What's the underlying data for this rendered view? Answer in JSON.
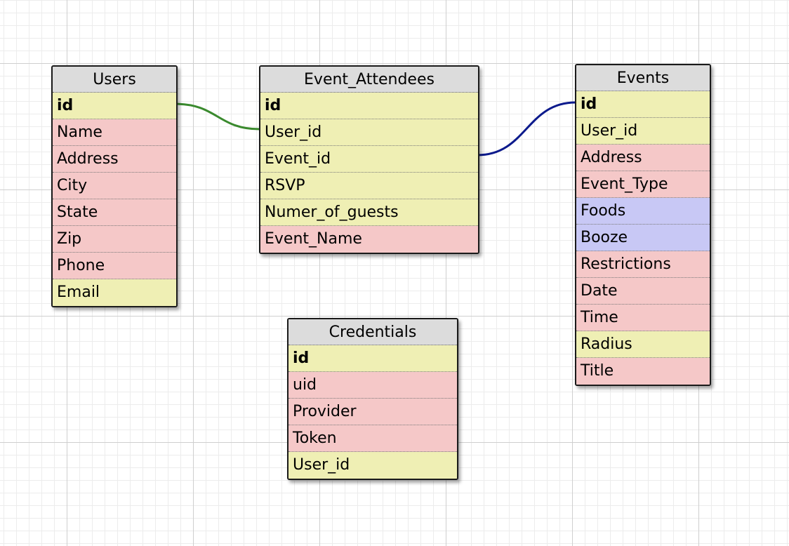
{
  "tables": {
    "users": {
      "title": "Users",
      "rows": [
        {
          "label": "id",
          "color": "yellow",
          "pk": true
        },
        {
          "label": "Name",
          "color": "pink"
        },
        {
          "label": "Address",
          "color": "pink"
        },
        {
          "label": "City",
          "color": "pink"
        },
        {
          "label": "State",
          "color": "pink"
        },
        {
          "label": "Zip",
          "color": "pink"
        },
        {
          "label": "Phone",
          "color": "pink"
        },
        {
          "label": "Email",
          "color": "yellow"
        }
      ]
    },
    "event_attendees": {
      "title": "Event_Attendees",
      "rows": [
        {
          "label": "id",
          "color": "yellow",
          "pk": true
        },
        {
          "label": "User_id",
          "color": "yellow"
        },
        {
          "label": "Event_id",
          "color": "yellow"
        },
        {
          "label": "RSVP",
          "color": "yellow"
        },
        {
          "label": "Numer_of_guests",
          "color": "yellow"
        },
        {
          "label": "Event_Name",
          "color": "pink"
        }
      ]
    },
    "events": {
      "title": "Events",
      "rows": [
        {
          "label": "id",
          "color": "yellow",
          "pk": true
        },
        {
          "label": "User_id",
          "color": "yellow"
        },
        {
          "label": "Address",
          "color": "pink"
        },
        {
          "label": "Event_Type",
          "color": "pink"
        },
        {
          "label": "Foods",
          "color": "blue"
        },
        {
          "label": "Booze",
          "color": "blue"
        },
        {
          "label": "Restrictions",
          "color": "pink"
        },
        {
          "label": "Date",
          "color": "pink"
        },
        {
          "label": "Time",
          "color": "pink"
        },
        {
          "label": "Radius",
          "color": "yellow"
        },
        {
          "label": "Title",
          "color": "pink"
        }
      ]
    },
    "credentials": {
      "title": "Credentials",
      "rows": [
        {
          "label": "id",
          "color": "yellow",
          "pk": true
        },
        {
          "label": "uid",
          "color": "pink"
        },
        {
          "label": "Provider",
          "color": "pink"
        },
        {
          "label": "Token",
          "color": "pink"
        },
        {
          "label": "User_id",
          "color": "yellow"
        }
      ]
    }
  },
  "relations": [
    {
      "from": "Users.id",
      "to": "Event_Attendees.User_id",
      "color": "#3a8a2e"
    },
    {
      "from": "Event_Attendees.Event_id",
      "to": "Events.id",
      "color": "#0c1a8c"
    }
  ],
  "colors": {
    "yellow": "#efefb4",
    "pink": "#f5c8c8",
    "blue": "#c8c8f5",
    "header": "#dcdcdc"
  }
}
